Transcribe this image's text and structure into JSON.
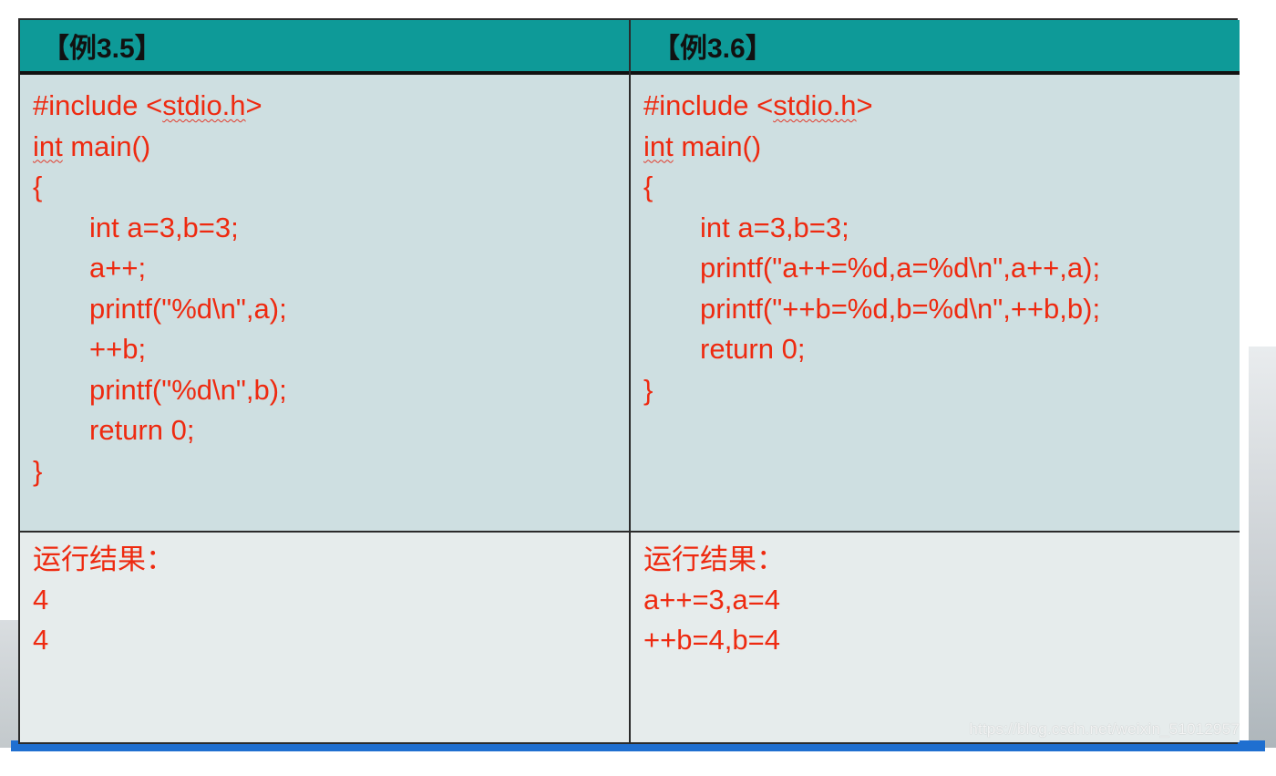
{
  "left": {
    "header": "【例3.5】",
    "code": {
      "include_prefix": "#include <",
      "include_lib": "stdio.h",
      "include_suffix": ">",
      "main_type": "int",
      "main_rest": " main()",
      "open_brace": "{",
      "body": [
        "int a=3,b=3;",
        "a++;",
        "printf(\"%d\\n\",a);",
        "++b;",
        "printf(\"%d\\n\",b);",
        "return 0;"
      ],
      "close_brace": "}"
    },
    "result_label": "运行结果：",
    "result_lines": [
      "4",
      "4"
    ]
  },
  "right": {
    "header": "【例3.6】",
    "code": {
      "include_prefix": "#include <",
      "include_lib": "stdio.h",
      "include_suffix": ">",
      "main_type": "int",
      "main_rest": " main()",
      "open_brace": "{",
      "body": [
        "int a=3,b=3;",
        "printf(\"a++=%d,a=%d\\n\",a++,a);",
        "printf(\"++b=%d,b=%d\\n\",++b,b);",
        "return 0;"
      ],
      "close_brace": "}"
    },
    "result_label": "运行结果：",
    "result_lines": [
      "a++=3,a=4",
      "++b=4,b=4"
    ]
  },
  "watermark": "https://blog.csdn.net/weixin_51012957",
  "colors": {
    "header_bg": "#0e9a98",
    "code_bg": "#cedfe1",
    "result_bg": "#e6ecec",
    "code_text": "#ee2a10",
    "border": "#2b2b2b"
  }
}
